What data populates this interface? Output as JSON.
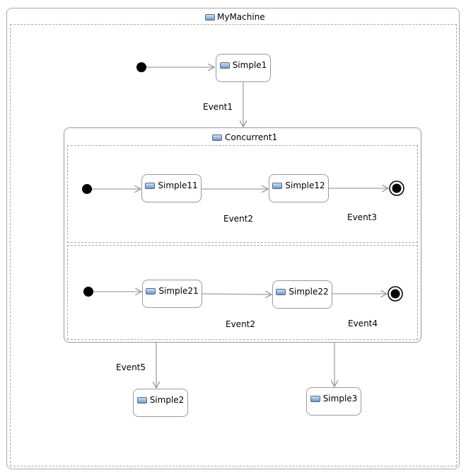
{
  "machine": {
    "name": "MyMachine"
  },
  "concurrent": {
    "name": "Concurrent1",
    "regions": [
      {
        "states": [
          "Simple11",
          "Simple12"
        ],
        "events": [
          "Event2",
          "Event3"
        ]
      },
      {
        "states": [
          "Simple21",
          "Simple22"
        ],
        "events": [
          "Event2",
          "Event4"
        ]
      }
    ]
  },
  "states": {
    "simple1": "Simple1",
    "simple2": "Simple2",
    "simple3": "Simple3"
  },
  "events": {
    "event1": "Event1",
    "event5": "Event5"
  },
  "icons": {
    "machine": "machine-icon",
    "state": "state-icon"
  }
}
